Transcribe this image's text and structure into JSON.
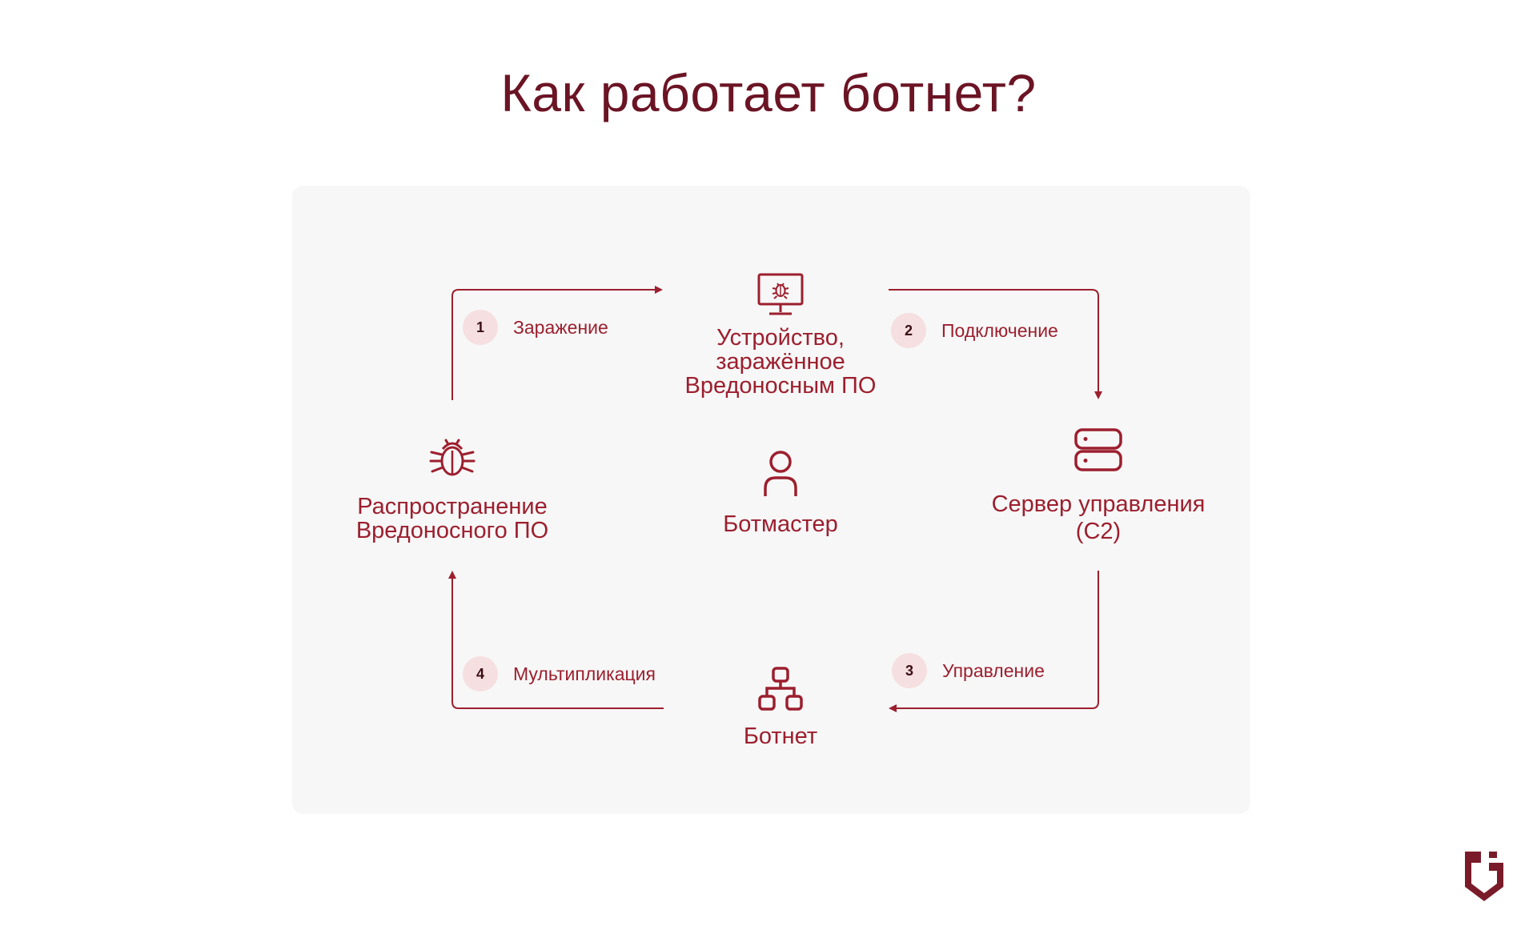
{
  "title": "Как работает ботнет?",
  "colors": {
    "accent": "#9c1f2e",
    "title": "#6b1424",
    "panel": "#f7f7f7",
    "badge": "#f6dfe0"
  },
  "nodes": {
    "infected_device": {
      "label_line1": "Устройство,",
      "label_line2": "заражённое",
      "label_line3": "Вредоносным ПО",
      "icon": "infected-monitor-icon"
    },
    "c2_server": {
      "label_line1": "Сервер управления",
      "label_line2": "(C2)",
      "icon": "server-icon"
    },
    "botnet": {
      "label": "Ботнет",
      "icon": "network-hierarchy-icon"
    },
    "spread": {
      "label_line1": "Распространение",
      "label_line2": "Вредоносного ПО",
      "icon": "bug-icon"
    },
    "botmaster": {
      "label": "Ботмастер",
      "icon": "user-icon"
    }
  },
  "steps": [
    {
      "number": "1",
      "label": "Заражение"
    },
    {
      "number": "2",
      "label": "Подключение"
    },
    {
      "number": "3",
      "label": "Управление"
    },
    {
      "number": "4",
      "label": "Мультипликация"
    }
  ],
  "logo": {
    "icon": "shield-logo-icon"
  }
}
